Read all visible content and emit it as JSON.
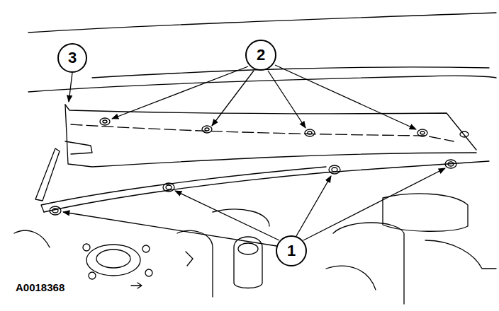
{
  "diagram": {
    "nodes": [
      {
        "text": [
          "3"
        ]
      },
      {
        "text": [
          "2"
        ]
      },
      {
        "text": [
          "1"
        ]
      }
    ],
    "labels": [
      "A0018368"
    ]
  }
}
